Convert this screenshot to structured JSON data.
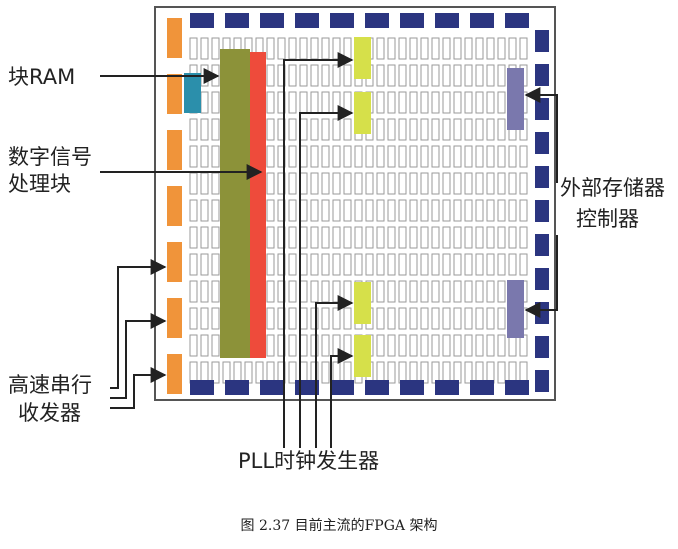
{
  "labels": {
    "block_ram": "块RAM",
    "dsp_line1": "数字信号",
    "dsp_line2": "处理块",
    "mem_ctrl_line1": "外部存储器",
    "mem_ctrl_line2": "控制器",
    "serdes_line1": "高速串行",
    "serdes_line2": "收发器",
    "pll": "PLL时钟发生器"
  },
  "caption": "图 2.37  目前主流的FPGA 架构",
  "colors": {
    "chip_border": "#555555",
    "io_block": "#2b3580",
    "logic_cell_border": "#9a9a9a",
    "transceiver": "#f0943a",
    "block_ram_small": "#2b8fab",
    "block_ram_column": "#8c9239",
    "dsp_column": "#ee4b3b",
    "pll": "#d6e04a",
    "memory_controller": "#7a78ad",
    "arrow": "#222222"
  }
}
